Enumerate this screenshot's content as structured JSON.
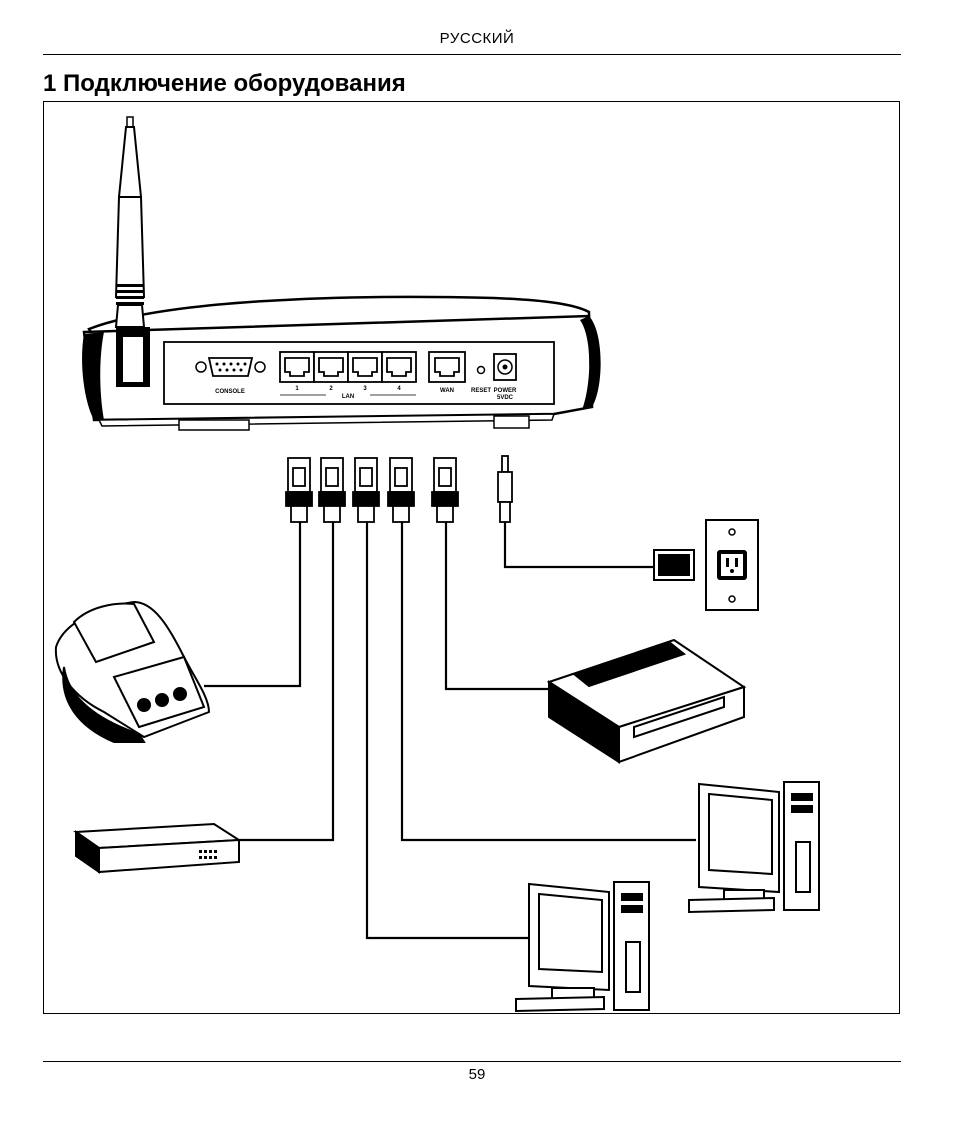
{
  "header": {
    "language": "РУССКИЙ"
  },
  "title": "1 Подключение оборудования",
  "figure": {
    "router_labels": {
      "console": "CONSOLE",
      "lan_ports": [
        "1",
        "2",
        "3",
        "4"
      ],
      "lan": "LAN",
      "wan": "WAN",
      "reset": "RESET",
      "power_line1": "POWER",
      "power_line2": "5VDC"
    }
  },
  "footer": {
    "page_number": "59"
  }
}
